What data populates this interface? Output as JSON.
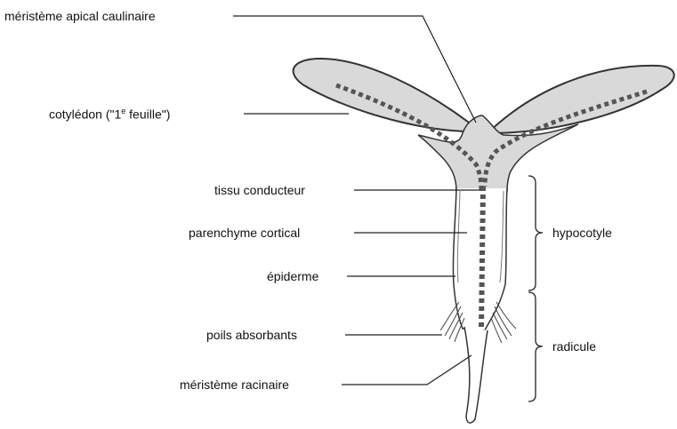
{
  "labels": {
    "meristeme_apical": "méristème apical caulinaire",
    "cotyledon_pre": "cotylédon (\"1",
    "cotyledon_sup": "e",
    "cotyledon_post": " feuille\")",
    "tissu_conducteur": "tissu conducteur",
    "parenchyme_cortical": "parenchyme cortical",
    "epiderme": "épiderme",
    "poils_absorbants": "poils absorbants",
    "meristeme_racinaire": "méristème racinaire",
    "hypocotyle": "hypocotyle",
    "radicule": "radicule"
  },
  "colors": {
    "tissue_fill": "#d9d9d9",
    "outline": "#333333",
    "vascular": "#555555",
    "leader": "#222222"
  }
}
